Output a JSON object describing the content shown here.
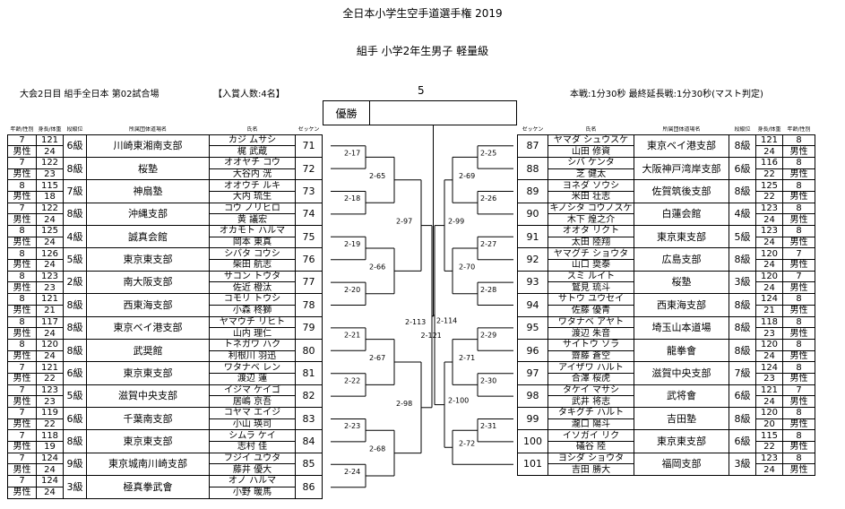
{
  "header": {
    "title": "全日本小学生空手道選手権 2019",
    "subtitle": "組手  小学2年生男子  軽量級",
    "day_info": "大会2日目  組手全日本  第02試合場",
    "entrants": "【入賞人数:4名】",
    "pool": "5",
    "rules": "本戦:1分30秒  最終延長戦:1分30秒(マスト判定)",
    "winner_label": "優勝"
  },
  "columns": {
    "age_sex": "年齢/性別",
    "height_weight": "身長/体重",
    "rank": "段級位",
    "dojo": "所属団体道場名",
    "name": "氏名",
    "bib": "ゼッケン"
  },
  "left": [
    {
      "age": "7",
      "sex": "男性",
      "h": "121",
      "w": "24",
      "rank": "6級",
      "dojo": "川崎東湘南支部",
      "kana": "カジ ムサシ",
      "name": "梶 武蔵",
      "bib": "71"
    },
    {
      "age": "7",
      "sex": "男性",
      "h": "122",
      "w": "23",
      "rank": "8級",
      "dojo": "桜塾",
      "kana": "オオヤチ コウ",
      "name": "大谷内 洸",
      "bib": "72"
    },
    {
      "age": "8",
      "sex": "男性",
      "h": "115",
      "w": "18",
      "rank": "7級",
      "dojo": "神扇塾",
      "kana": "オオウチ ルキ",
      "name": "大内 琉生",
      "bib": "73"
    },
    {
      "age": "7",
      "sex": "男性",
      "h": "122",
      "w": "24",
      "rank": "8級",
      "dojo": "沖縄支部",
      "kana": "コウ ノリヒロ",
      "name": "黄 議宏",
      "bib": "74"
    },
    {
      "age": "8",
      "sex": "男性",
      "h": "125",
      "w": "24",
      "rank": "4級",
      "dojo": "誠真会館",
      "kana": "オカモト ハルマ",
      "name": "岡本 東真",
      "bib": "75"
    },
    {
      "age": "8",
      "sex": "男性",
      "h": "126",
      "w": "24",
      "rank": "5級",
      "dojo": "東京東支部",
      "kana": "シバタ コウシ",
      "name": "柴田 航志",
      "bib": "76"
    },
    {
      "age": "8",
      "sex": "男性",
      "h": "123",
      "w": "23",
      "rank": "2級",
      "dojo": "南大阪支部",
      "kana": "サコン トウタ",
      "name": "佐近 橙汰",
      "bib": "77"
    },
    {
      "age": "8",
      "sex": "男性",
      "h": "121",
      "w": "21",
      "rank": "8級",
      "dojo": "西東海支部",
      "kana": "コモリ トウシ",
      "name": "小森 柊獅",
      "bib": "78"
    },
    {
      "age": "8",
      "sex": "男性",
      "h": "117",
      "w": "24",
      "rank": "8級",
      "dojo": "東京ベイ港支部",
      "kana": "ヤマウチ リヒト",
      "name": "山内 理仁",
      "bib": "79"
    },
    {
      "age": "8",
      "sex": "男性",
      "h": "120",
      "w": "24",
      "rank": "8級",
      "dojo": "武奨館",
      "kana": "トネガワ ハク",
      "name": "利根川 羽迅",
      "bib": "80"
    },
    {
      "age": "7",
      "sex": "男性",
      "h": "121",
      "w": "22",
      "rank": "6級",
      "dojo": "東京東支部",
      "kana": "ワタナベ レン",
      "name": "渡辺 蓮",
      "bib": "81"
    },
    {
      "age": "7",
      "sex": "男性",
      "h": "123",
      "w": "23",
      "rank": "5級",
      "dojo": "滋賀中央支部",
      "kana": "イジマ ケイゴ",
      "name": "居嶋 京吾",
      "bib": "82"
    },
    {
      "age": "7",
      "sex": "男性",
      "h": "119",
      "w": "22",
      "rank": "6級",
      "dojo": "千葉南支部",
      "kana": "コヤマ エイジ",
      "name": "小山 瑛司",
      "bib": "83"
    },
    {
      "age": "7",
      "sex": "男性",
      "h": "118",
      "w": "19",
      "rank": "8級",
      "dojo": "東京東支部",
      "kana": "シムラ ケイ",
      "name": "志村 佳",
      "bib": "84"
    },
    {
      "age": "7",
      "sex": "男性",
      "h": "124",
      "w": "24",
      "rank": "9級",
      "dojo": "東京城南川崎支部",
      "kana": "フジイ ユウタ",
      "name": "藤井 優大",
      "bib": "85"
    },
    {
      "age": "7",
      "sex": "男性",
      "h": "124",
      "w": "24",
      "rank": "3級",
      "dojo": "極真拳武會",
      "kana": "オノ ハルマ",
      "name": "小野 暖馬",
      "bib": "86"
    }
  ],
  "right": [
    {
      "age": "8",
      "sex": "男性",
      "h": "121",
      "w": "24",
      "rank": "8級",
      "dojo": "東京ベイ港支部",
      "kana": "ヤマダ シュウスケ",
      "name": "山田 修資",
      "bib": "87"
    },
    {
      "age": "8",
      "sex": "男性",
      "h": "116",
      "w": "22",
      "rank": "6級",
      "dojo": "大阪神戸湾岸支部",
      "kana": "シバ ケンタ",
      "name": "芝 健太",
      "bib": "88"
    },
    {
      "age": "8",
      "sex": "男性",
      "h": "125",
      "w": "22",
      "rank": "8級",
      "dojo": "佐賀筑後支部",
      "kana": "ヨネダ ソウシ",
      "name": "米田 壮志",
      "bib": "89"
    },
    {
      "age": "8",
      "sex": "男性",
      "h": "123",
      "w": "24",
      "rank": "4級",
      "dojo": "白蓮会館",
      "kana": "キノシタ コウノスケ",
      "name": "木下 煌之介",
      "bib": "90"
    },
    {
      "age": "8",
      "sex": "男性",
      "h": "123",
      "w": "24",
      "rank": "5級",
      "dojo": "東京東支部",
      "kana": "オオタ リクト",
      "name": "太田 陸翔",
      "bib": "91"
    },
    {
      "age": "7",
      "sex": "男性",
      "h": "120",
      "w": "24",
      "rank": "8級",
      "dojo": "広島支部",
      "kana": "ヤマグチ ショウタ",
      "name": "山口 奨泰",
      "bib": "92"
    },
    {
      "age": "7",
      "sex": "男性",
      "h": "120",
      "w": "24",
      "rank": "3級",
      "dojo": "桜塾",
      "kana": "スミ ルイト",
      "name": "鷲見 琉斗",
      "bib": "93"
    },
    {
      "age": "8",
      "sex": "男性",
      "h": "124",
      "w": "21",
      "rank": "8級",
      "dojo": "西東海支部",
      "kana": "サトウ ユウセイ",
      "name": "佐藤 優青",
      "bib": "94"
    },
    {
      "age": "8",
      "sex": "男性",
      "h": "118",
      "w": "23",
      "rank": "8級",
      "dojo": "埼玉山本道場",
      "kana": "ワタナベ アヤト",
      "name": "渡辺 朱音",
      "bib": "95"
    },
    {
      "age": "8",
      "sex": "男性",
      "h": "120",
      "w": "24",
      "rank": "8級",
      "dojo": "龍拳會",
      "kana": "サイトウ ソラ",
      "name": "齋藤 蒼空",
      "bib": "96"
    },
    {
      "age": "8",
      "sex": "男性",
      "h": "124",
      "w": "23",
      "rank": "7級",
      "dojo": "滋賀中央支部",
      "kana": "アイザワ ハルト",
      "name": "合澤 桜虎",
      "bib": "97"
    },
    {
      "age": "7",
      "sex": "男性",
      "h": "121",
      "w": "24",
      "rank": "6級",
      "dojo": "武将會",
      "kana": "タケイ マサシ",
      "name": "武井 将志",
      "bib": "98"
    },
    {
      "age": "8",
      "sex": "男性",
      "h": "120",
      "w": "20",
      "rank": "8級",
      "dojo": "吉田塾",
      "kana": "タキグチ ハルト",
      "name": "瀧口 陽斗",
      "bib": "99"
    },
    {
      "age": "8",
      "sex": "男性",
      "h": "115",
      "w": "22",
      "rank": "6級",
      "dojo": "東京東支部",
      "kana": "イソガイ リク",
      "name": "礒谷 陸",
      "bib": "100"
    },
    {
      "age": "8",
      "sex": "男性",
      "h": "123",
      "w": "24",
      "rank": "3級",
      "dojo": "福岡支部",
      "kana": "ヨシダ ショウタ",
      "name": "吉田 勝大",
      "bib": "101"
    }
  ],
  "matches_left_r1": [
    "2-17",
    "2-18",
    "2-19",
    "2-20",
    "2-21",
    "2-22",
    "2-23",
    "2-24"
  ],
  "matches_left_r2": [
    "2-65",
    "2-66",
    "2-67",
    "2-68"
  ],
  "matches_left_r3": [
    "2-97",
    "2-98"
  ],
  "match_left_sf": "2-113",
  "match_right_sf": "2-114",
  "match_final": "2-121",
  "matches_right_r1": [
    "2-25",
    "2-26",
    "2-27",
    "2-28",
    "2-29",
    "2-30",
    "2-31"
  ],
  "matches_right_r2": [
    "2-69",
    "2-70",
    "2-71",
    "2-72"
  ],
  "matches_right_r3": [
    "2-99",
    "2-100"
  ]
}
